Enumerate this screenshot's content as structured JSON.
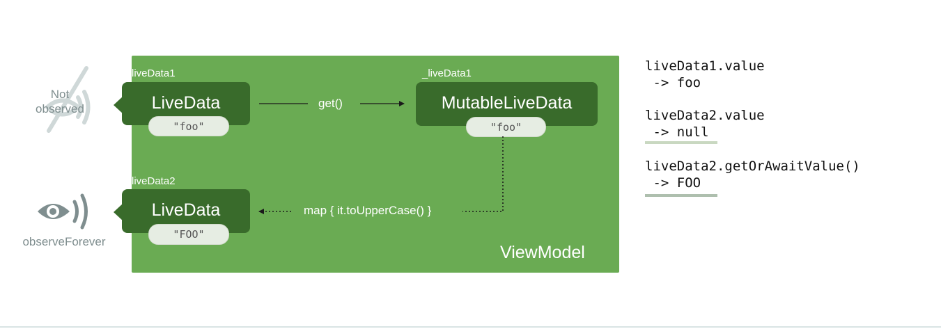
{
  "viewmodel": {
    "label": "ViewModel"
  },
  "livedata1": {
    "var_name": "liveData1",
    "type": "LiveData",
    "value": "\"foo\""
  },
  "mutable": {
    "var_name": "_liveData1",
    "type": "MutableLiveData",
    "value": "\"foo\""
  },
  "livedata2": {
    "var_name": "liveData2",
    "type": "LiveData",
    "value": "\"FOO\""
  },
  "arrows": {
    "get": "get()",
    "map": "map { it.toUpperCase() }"
  },
  "observers": {
    "not_observed_line1": "Not",
    "not_observed_line2": "observed",
    "observe_forever": "observeForever"
  },
  "code": {
    "line1": "liveData1.value",
    "line1_result": " -> foo",
    "line2": "liveData2.value",
    "line2_result": " -> null",
    "line3": "liveData2.getOrAwaitValue()",
    "line3_result": " -> FOO"
  },
  "colors": {
    "viewmodel_bg": "#6aab53",
    "box_bg": "#396b2b",
    "pill_bg": "#e6ede3",
    "observer_gray": "#7f8e8f",
    "highlight": "#c9d8c1"
  }
}
